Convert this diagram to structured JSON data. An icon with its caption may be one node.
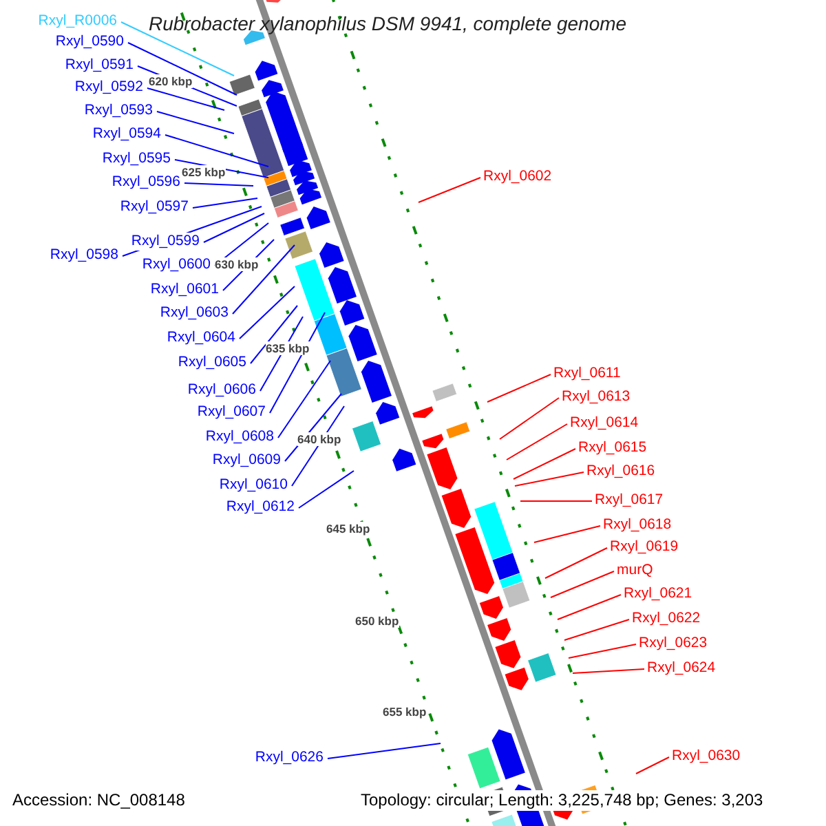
{
  "diagram": {
    "title": "Rubrobacter xylanophilus DSM 9941, complete genome",
    "nodes": [
      {
        "text": [
          "Rxyl_R0006"
        ]
      },
      {
        "text": [
          "Rxyl_0590"
        ]
      },
      {
        "text": [
          "Rxyl_0591"
        ]
      },
      {
        "text": [
          "Rxyl_0592"
        ]
      },
      {
        "text": [
          "Rxyl_0593"
        ]
      },
      {
        "text": [
          "Rxyl_0594"
        ]
      },
      {
        "text": [
          "Rxyl_0595"
        ]
      },
      {
        "text": [
          "Rxyl_0596"
        ]
      },
      {
        "text": [
          "Rxyl_0597"
        ]
      },
      {
        "text": [
          "Rxyl_0598"
        ]
      },
      {
        "text": [
          "Rxyl_0599"
        ]
      },
      {
        "text": [
          "Rxyl_0600"
        ]
      },
      {
        "text": [
          "Rxyl_0601"
        ]
      },
      {
        "text": [
          "Rxyl_0602"
        ]
      },
      {
        "text": [
          "Rxyl_0603"
        ]
      },
      {
        "text": [
          "Rxyl_0604"
        ]
      },
      {
        "text": [
          "Rxyl_0605"
        ]
      },
      {
        "text": [
          "Rxyl_0606"
        ]
      },
      {
        "text": [
          "Rxyl_0607"
        ]
      },
      {
        "text": [
          "Rxyl_0608"
        ]
      },
      {
        "text": [
          "Rxyl_0609"
        ]
      },
      {
        "text": [
          "Rxyl_0610"
        ]
      },
      {
        "text": [
          "Rxyl_0611"
        ]
      },
      {
        "text": [
          "Rxyl_0612"
        ]
      },
      {
        "text": [
          "Rxyl_0613"
        ]
      },
      {
        "text": [
          "Rxyl_0614"
        ]
      },
      {
        "text": [
          "Rxyl_0615"
        ]
      },
      {
        "text": [
          "Rxyl_0616"
        ]
      },
      {
        "text": [
          "Rxyl_0617"
        ]
      },
      {
        "text": [
          "Rxyl_0618"
        ]
      },
      {
        "text": [
          "Rxyl_0619"
        ]
      },
      {
        "text": [
          "murQ"
        ]
      },
      {
        "text": [
          "Rxyl_0621"
        ]
      },
      {
        "text": [
          "Rxyl_0622"
        ]
      },
      {
        "text": [
          "Rxyl_0623"
        ]
      },
      {
        "text": [
          "Rxyl_0624"
        ]
      },
      {
        "text": [
          "Rxyl_0626"
        ]
      },
      {
        "text": [
          "Rxyl_0630"
        ]
      }
    ],
    "edges": [
      {
        "from": 0,
        "to": null,
        "arrow": "none",
        "color": "#33ccff"
      },
      {
        "from": 1,
        "to": null,
        "arrow": "none"
      },
      {
        "from": 2,
        "to": null,
        "arrow": "none"
      },
      {
        "from": 3,
        "to": null,
        "arrow": "none"
      },
      {
        "from": 4,
        "to": null,
        "arrow": "none"
      },
      {
        "from": 5,
        "to": null,
        "arrow": "none"
      },
      {
        "from": 6,
        "to": null,
        "arrow": "none"
      },
      {
        "from": 7,
        "to": null,
        "arrow": "none"
      },
      {
        "from": 8,
        "to": null,
        "arrow": "none"
      },
      {
        "from": 9,
        "to": null,
        "arrow": "none"
      },
      {
        "from": 10,
        "to": null,
        "arrow": "none"
      },
      {
        "from": 11,
        "to": null,
        "arrow": "none"
      },
      {
        "from": 12,
        "to": null,
        "arrow": "none"
      },
      {
        "from": 13,
        "to": null,
        "arrow": "none",
        "color": "#ff0000"
      },
      {
        "from": 14,
        "to": null,
        "arrow": "none"
      },
      {
        "from": 15,
        "to": null,
        "arrow": "none"
      },
      {
        "from": 16,
        "to": null,
        "arrow": "none"
      },
      {
        "from": 17,
        "to": null,
        "arrow": "none"
      },
      {
        "from": 18,
        "to": null,
        "arrow": "none"
      },
      {
        "from": 19,
        "to": null,
        "arrow": "none"
      },
      {
        "from": 20,
        "to": null,
        "arrow": "none"
      },
      {
        "from": 21,
        "to": null,
        "arrow": "none"
      },
      {
        "from": 22,
        "to": null,
        "arrow": "none",
        "color": "#ff0000"
      },
      {
        "from": 23,
        "to": null,
        "arrow": "none"
      },
      {
        "from": 24,
        "to": null,
        "arrow": "none",
        "color": "#ff0000"
      },
      {
        "from": 25,
        "to": null,
        "arrow": "none",
        "color": "#ff0000"
      },
      {
        "from": 26,
        "to": null,
        "arrow": "none",
        "color": "#ff0000"
      },
      {
        "from": 27,
        "to": null,
        "arrow": "none",
        "color": "#ff0000"
      },
      {
        "from": 28,
        "to": null,
        "arrow": "none",
        "color": "#ff0000"
      },
      {
        "from": 29,
        "to": null,
        "arrow": "none",
        "color": "#ff0000"
      },
      {
        "from": 30,
        "to": null,
        "arrow": "none",
        "color": "#ff0000"
      },
      {
        "from": 31,
        "to": null,
        "arrow": "none",
        "color": "#ff0000"
      },
      {
        "from": 32,
        "to": null,
        "arrow": "none",
        "color": "#ff0000"
      },
      {
        "from": 33,
        "to": null,
        "arrow": "none",
        "color": "#ff0000"
      },
      {
        "from": 34,
        "to": null,
        "arrow": "none",
        "color": "#ff0000"
      },
      {
        "from": 35,
        "to": null,
        "arrow": "none",
        "color": "#ff0000"
      },
      {
        "from": 36,
        "to": null,
        "arrow": "none"
      },
      {
        "from": 37,
        "to": null,
        "arrow": "none",
        "color": "#ff0000"
      }
    ],
    "labels": [
      "620 kbp",
      "625 kbp",
      "630 kbp",
      "635 kbp",
      "640 kbp",
      "645 kbp",
      "650 kbp",
      "655 kbp",
      "Accession: NC_008148",
      "Topology: circular; Length: 3,225,748 bp; Genes: 3,203"
    ]
  }
}
